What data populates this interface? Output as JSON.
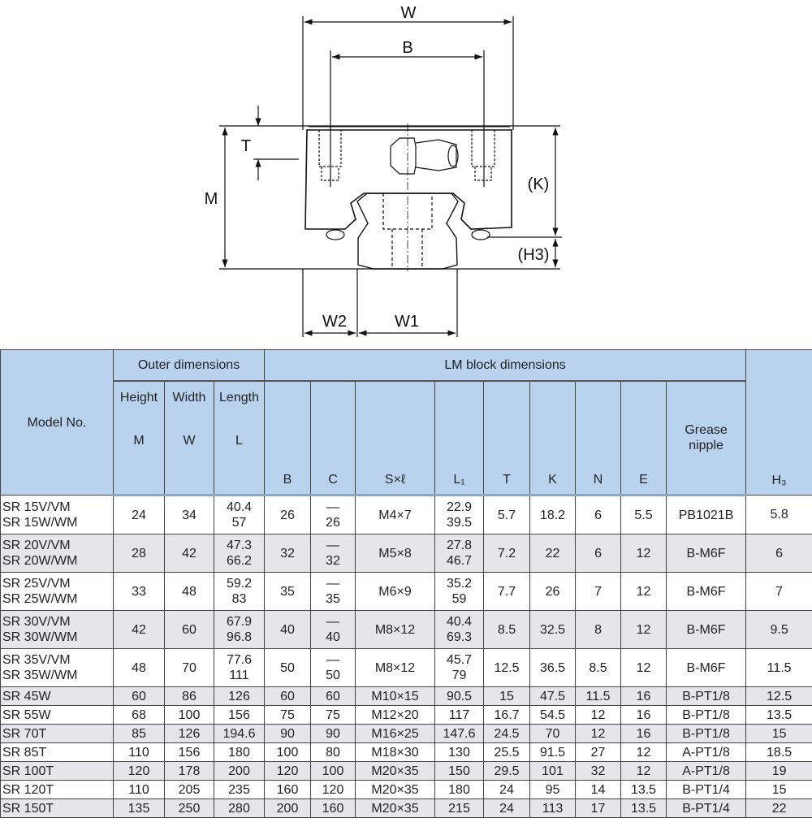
{
  "diagram": {
    "labels": {
      "W": "W",
      "B": "B",
      "T": "T",
      "M": "M",
      "K": "(K)",
      "H3": "(H3)",
      "W2": "W2",
      "W1": "W1"
    }
  },
  "table": {
    "header": {
      "model": "Model No.",
      "outer": "Outer dimensions",
      "lm_block": "LM block dimensions",
      "height": "Height",
      "width": "Width",
      "length": "Length",
      "grease": "Grease nipple",
      "symbols": {
        "M": "M",
        "W": "W",
        "L": "L",
        "B": "B",
        "C": "C",
        "S": "S×ℓ",
        "L1": "L₁",
        "T": "T",
        "K": "K",
        "N": "N",
        "E": "E",
        "H3": "H₃"
      }
    },
    "rows": [
      {
        "model": [
          "SR 15V/VM",
          "SR 15W/WM"
        ],
        "M": "24",
        "W": "34",
        "L": [
          "40.4",
          "57"
        ],
        "B": "26",
        "C": [
          "—",
          "26"
        ],
        "S": "M4×7",
        "L1": [
          "22.9",
          "39.5"
        ],
        "T": "5.7",
        "K": "18.2",
        "N": "6",
        "E": "5.5",
        "grease": "PB1021B",
        "H3": "5.8"
      },
      {
        "model": [
          "SR 20V/VM",
          "SR 20W/WM"
        ],
        "M": "28",
        "W": "42",
        "L": [
          "47.3",
          "66.2"
        ],
        "B": "32",
        "C": [
          "—",
          "32"
        ],
        "S": "M5×8",
        "L1": [
          "27.8",
          "46.7"
        ],
        "T": "7.2",
        "K": "22",
        "N": "6",
        "E": "12",
        "grease": "B-M6F",
        "H3": "6"
      },
      {
        "model": [
          "SR 25V/VM",
          "SR 25W/WM"
        ],
        "M": "33",
        "W": "48",
        "L": [
          "59.2",
          "83"
        ],
        "B": "35",
        "C": [
          "—",
          "35"
        ],
        "S": "M6×9",
        "L1": [
          "35.2",
          "59"
        ],
        "T": "7.7",
        "K": "26",
        "N": "7",
        "E": "12",
        "grease": "B-M6F",
        "H3": "7"
      },
      {
        "model": [
          "SR 30V/VM",
          "SR 30W/WM"
        ],
        "M": "42",
        "W": "60",
        "L": [
          "67.9",
          "96.8"
        ],
        "B": "40",
        "C": [
          "—",
          "40"
        ],
        "S": "M8×12",
        "L1": [
          "40.4",
          "69.3"
        ],
        "T": "8.5",
        "K": "32.5",
        "N": "8",
        "E": "12",
        "grease": "B-M6F",
        "H3": "9.5"
      },
      {
        "model": [
          "SR 35V/VM",
          "SR 35W/WM"
        ],
        "M": "48",
        "W": "70",
        "L": [
          "77.6",
          "111"
        ],
        "B": "50",
        "C": [
          "—",
          "50"
        ],
        "S": "M8×12",
        "L1": [
          "45.7",
          "79"
        ],
        "T": "12.5",
        "K": "36.5",
        "N": "8.5",
        "E": "12",
        "grease": "B-M6F",
        "H3": "11.5"
      },
      {
        "model": [
          "SR 45W"
        ],
        "M": "60",
        "W": "86",
        "L": [
          "126"
        ],
        "B": "60",
        "C": [
          "60"
        ],
        "S": "M10×15",
        "L1": [
          "90.5"
        ],
        "T": "15",
        "K": "47.5",
        "N": "11.5",
        "E": "16",
        "grease": "B-PT1/8",
        "H3": "12.5"
      },
      {
        "model": [
          "SR 55W"
        ],
        "M": "68",
        "W": "100",
        "L": [
          "156"
        ],
        "B": "75",
        "C": [
          "75"
        ],
        "S": "M12×20",
        "L1": [
          "117"
        ],
        "T": "16.7",
        "K": "54.5",
        "N": "12",
        "E": "16",
        "grease": "B-PT1/8",
        "H3": "13.5"
      },
      {
        "model": [
          "SR 70T"
        ],
        "M": "85",
        "W": "126",
        "L": [
          "194.6"
        ],
        "B": "90",
        "C": [
          "90"
        ],
        "S": "M16×25",
        "L1": [
          "147.6"
        ],
        "T": "24.5",
        "K": "70",
        "N": "12",
        "E": "16",
        "grease": "B-PT1/8",
        "H3": "15"
      },
      {
        "model": [
          "SR 85T"
        ],
        "M": "110",
        "W": "156",
        "L": [
          "180"
        ],
        "B": "100",
        "C": [
          "80"
        ],
        "S": "M18×30",
        "L1": [
          "130"
        ],
        "T": "25.5",
        "K": "91.5",
        "N": "27",
        "E": "12",
        "grease": "A-PT1/8",
        "H3": "18.5"
      },
      {
        "model": [
          "SR 100T"
        ],
        "M": "120",
        "W": "178",
        "L": [
          "200"
        ],
        "B": "120",
        "C": [
          "100"
        ],
        "S": "M20×35",
        "L1": [
          "150"
        ],
        "T": "29.5",
        "K": "101",
        "N": "32",
        "E": "12",
        "grease": "A-PT1/8",
        "H3": "19"
      },
      {
        "model": [
          "SR 120T"
        ],
        "M": "110",
        "W": "205",
        "L": [
          "235"
        ],
        "B": "160",
        "C": [
          "120"
        ],
        "S": "M20×35",
        "L1": [
          "180"
        ],
        "T": "24",
        "K": "95",
        "N": "14",
        "E": "13.5",
        "grease": "B-PT1/4",
        "H3": "15"
      },
      {
        "model": [
          "SR 150T"
        ],
        "M": "135",
        "W": "250",
        "L": [
          "280"
        ],
        "B": "200",
        "C": [
          "160"
        ],
        "S": "M20×35",
        "L1": [
          "215"
        ],
        "T": "24",
        "K": "113",
        "N": "17",
        "E": "13.5",
        "grease": "B-PT1/4",
        "H3": "22"
      }
    ]
  }
}
